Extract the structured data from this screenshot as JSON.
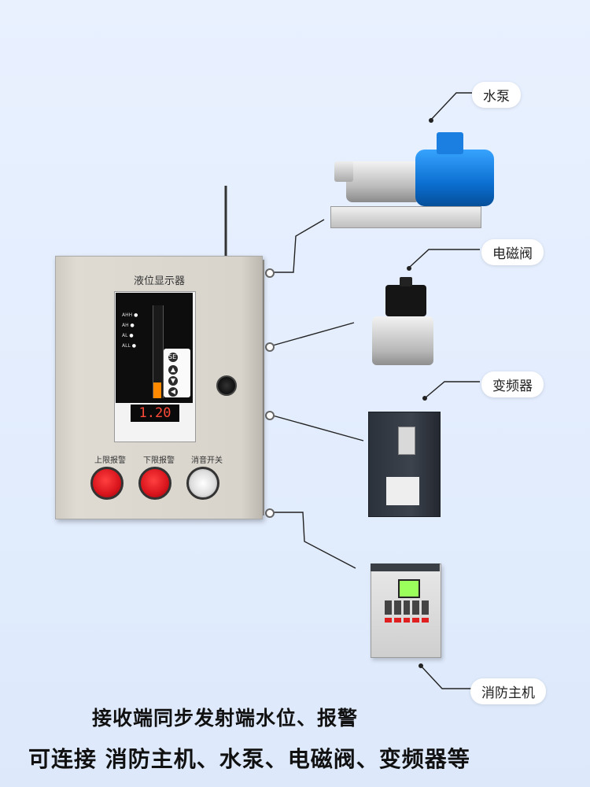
{
  "cabinet": {
    "title": "液位显示器",
    "display_value": "1.20",
    "status_labels": [
      "AHH",
      "AH",
      "AL",
      "ALL"
    ],
    "keypad": {
      "set": "SET"
    },
    "buttons": [
      {
        "label": "上限报警"
      },
      {
        "label": "下限报警"
      },
      {
        "label": "消音开关"
      }
    ]
  },
  "callouts": {
    "pump": "水泵",
    "solenoid_valve": "电磁阀",
    "vfd": "变频器",
    "fire_alarm_host": "消防主机"
  },
  "captions": {
    "line1": "接收端同步发射端水位、报警",
    "line2": "可连接 消防主机、水泵、电磁阀、变频器等"
  },
  "colors": {
    "background": "#e4eeff",
    "pump_blue": "#1a7fe0",
    "display_digits": "#ff4a3a",
    "alarm_red": "#d8141c"
  }
}
